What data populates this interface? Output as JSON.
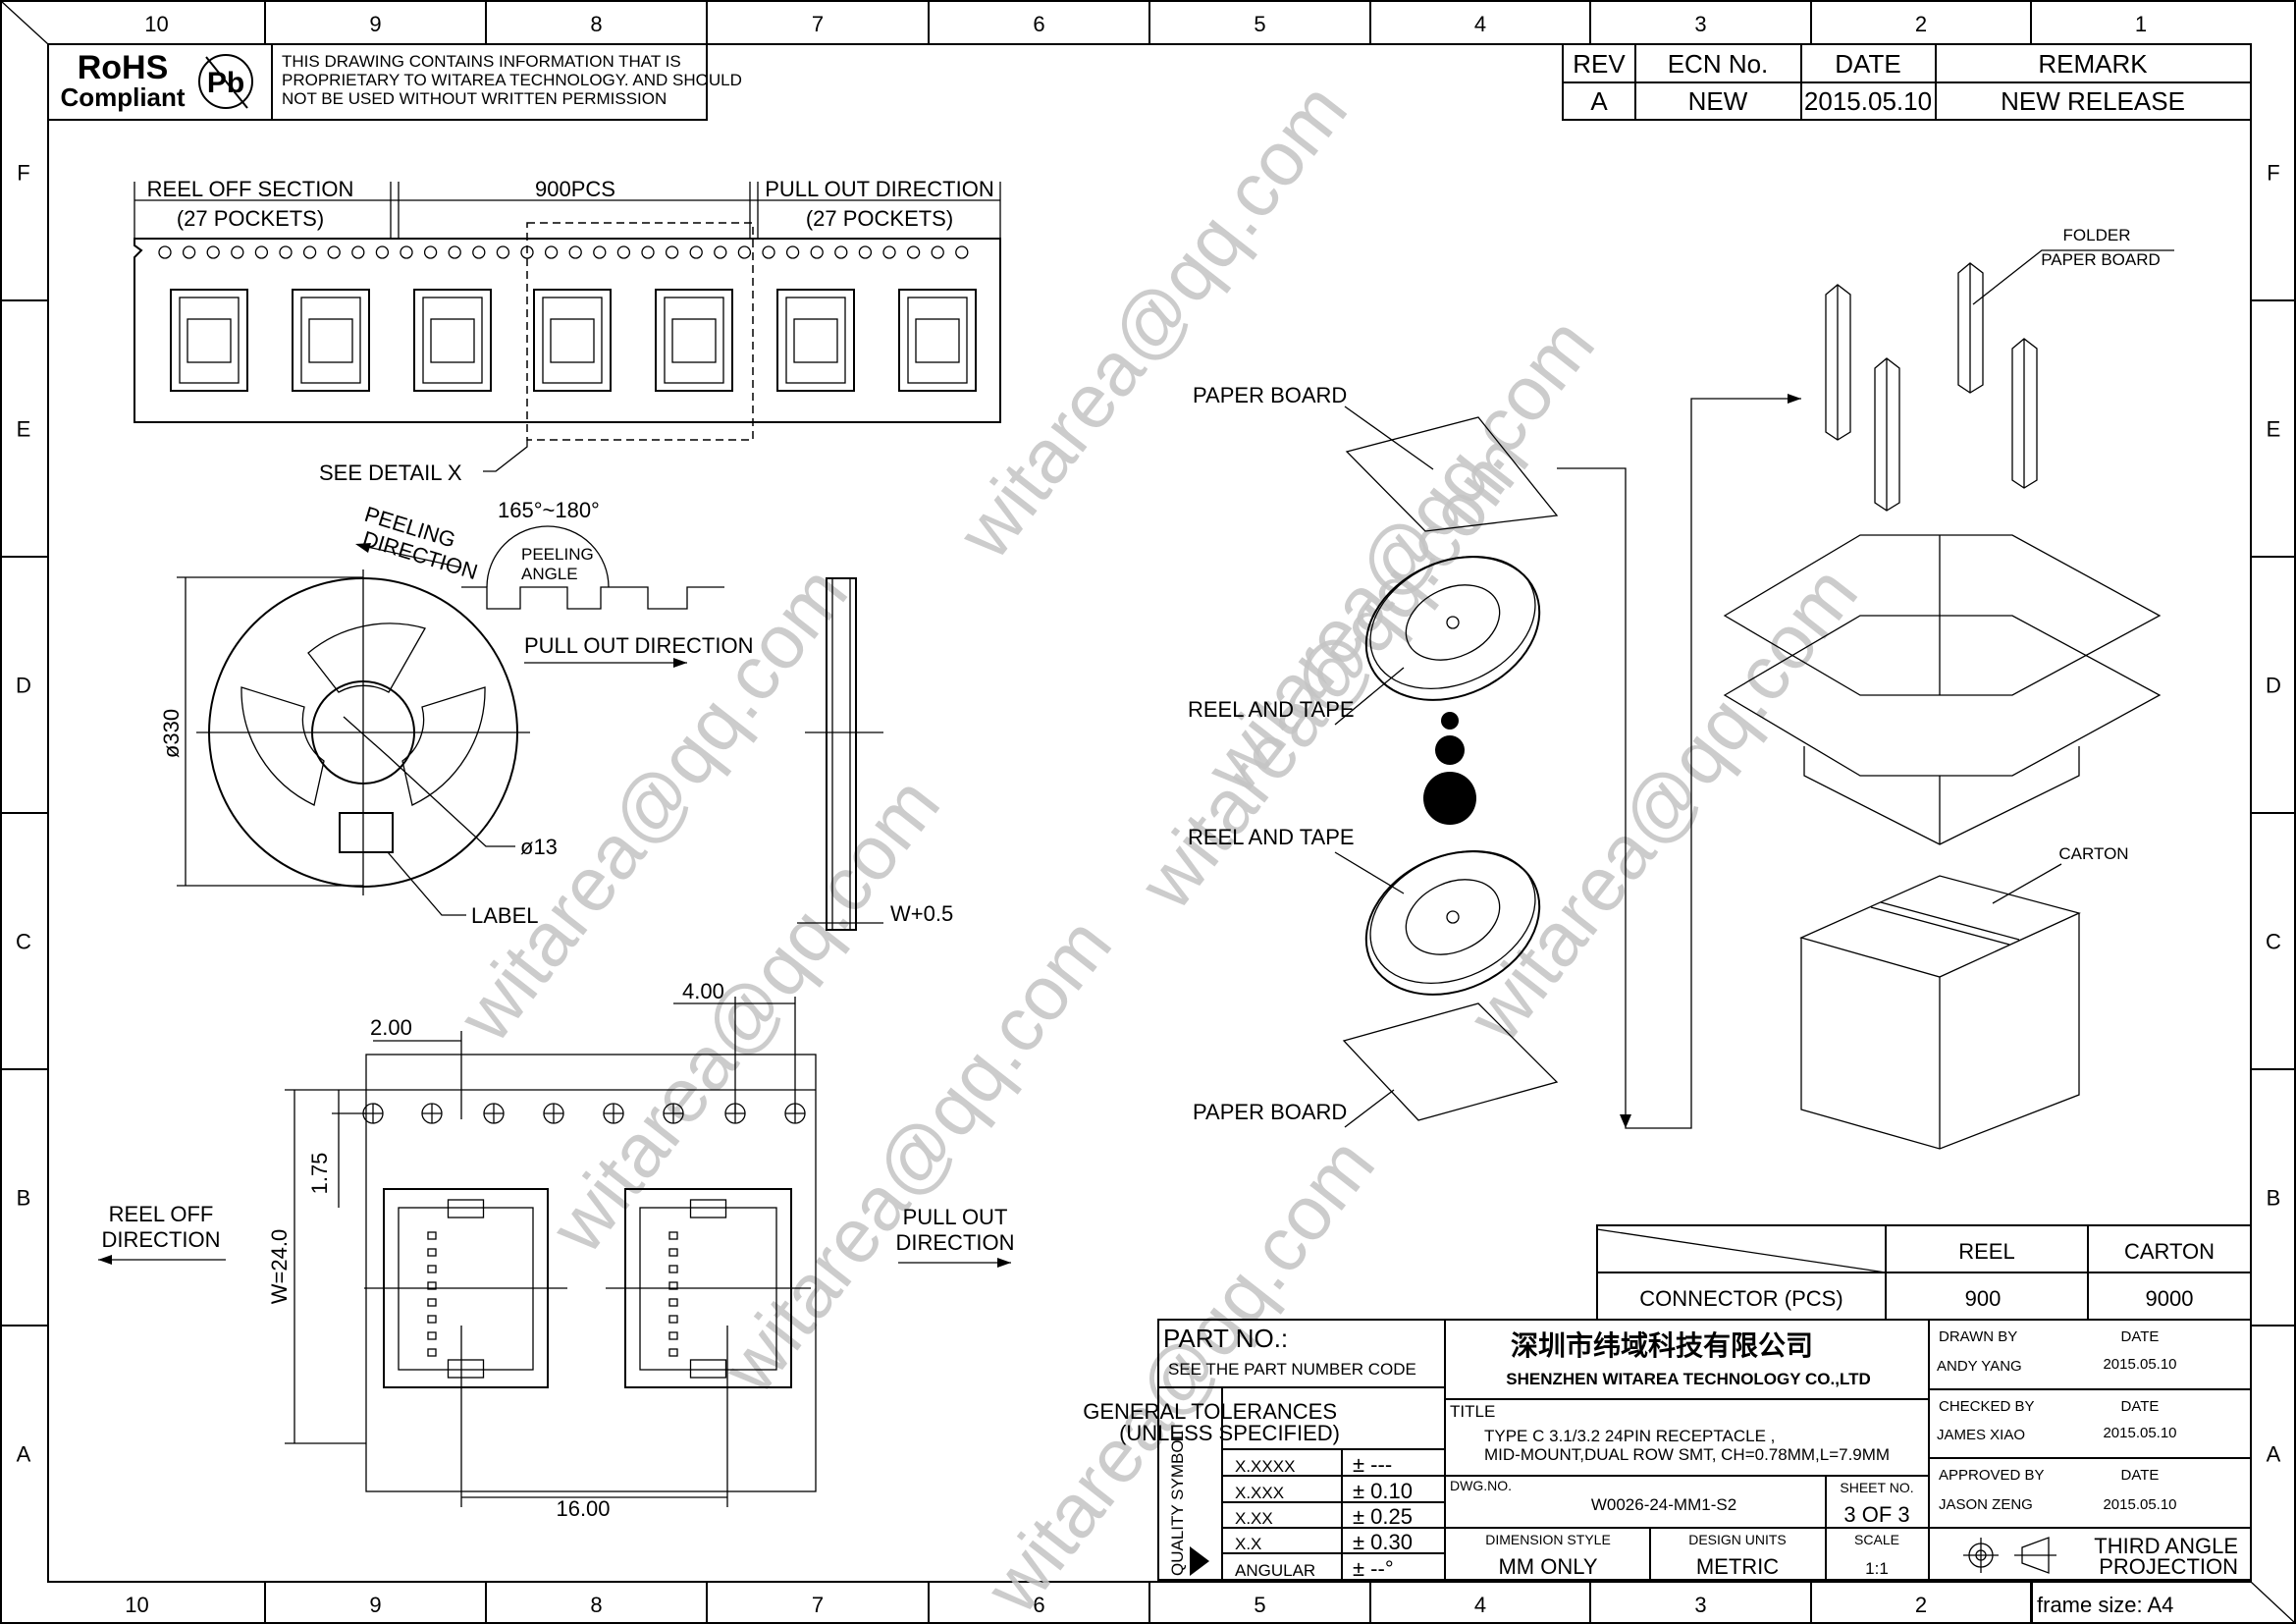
{
  "frame": {
    "columns": [
      "10",
      "9",
      "8",
      "7",
      "6",
      "5",
      "4",
      "3",
      "2",
      "1"
    ],
    "rows": [
      "F",
      "E",
      "D",
      "C",
      "B",
      "A"
    ],
    "frame_size": "frame size: A4"
  },
  "rohs": {
    "title": "RoHS",
    "subtitle": "Compliant",
    "pb": "Pb",
    "notice": [
      "THIS DRAWING CONTAINS INFORMATION THAT IS",
      "PROPRIETARY TO WITAREA TECHNOLOGY. AND SHOULD",
      "NOT BE USED WITHOUT WRITTEN PERMISSION"
    ]
  },
  "revision": {
    "headers": [
      "REV",
      "ECN No.",
      "DATE",
      "REMARK"
    ],
    "row": [
      "A",
      "NEW",
      "2015.05.10",
      "NEW RELEASE"
    ]
  },
  "tape": {
    "reel_off": "REEL OFF SECTION",
    "reel_off_pockets": "(27 POCKETS)",
    "count": "900PCS",
    "pull_out": "PULL OUT DIRECTION",
    "pull_out_pockets": "(27 POCKETS)",
    "detail": "SEE DETAIL X"
  },
  "reel": {
    "peeling_dir": [
      "PEELING",
      "DIRECTION"
    ],
    "angle": "165°~180°",
    "peeling_angle": [
      "PEELING",
      "ANGLE"
    ],
    "pull_out": "PULL OUT DIRECTION",
    "dia": "ø330",
    "hub": "ø13",
    "label": "LABEL",
    "width": "W+0.5"
  },
  "detail": {
    "pitch_hole": "2.00",
    "pitch": "4.00",
    "edge": "1.75",
    "width": "W=24.0",
    "pocket": "16.00",
    "reel_off": [
      "REEL OFF",
      "DIRECTION"
    ],
    "pull_out": [
      "PULL OUT",
      "DIRECTION"
    ]
  },
  "pack": {
    "paper_top": "PAPER BOARD",
    "reel1": "REEL AND TAPE",
    "reel2": "REEL AND TAPE",
    "paper_bottom": "PAPER BOARD",
    "folder": [
      "FOLDER",
      "PAPER BOARD"
    ],
    "carton": "CARTON"
  },
  "qty": {
    "headers": [
      "REEL",
      "CARTON"
    ],
    "row_label": "CONNECTOR (PCS)",
    "values": [
      "900",
      "9000"
    ]
  },
  "title_block": {
    "part_no": "PART NO.:",
    "part_code": "SEE THE PART NUMBER CODE",
    "company_cn": "深圳市纬域科技有限公司",
    "company_en": "SHENZHEN WITAREA TECHNOLOGY CO.,LTD",
    "quality_symbol": "QUALITY SYMBOL",
    "tol_header": [
      "GENERAL TOLERANCES",
      "(UNLESS SPECIFIED)"
    ],
    "tolerances": [
      [
        "X.XXXX",
        "± ---"
      ],
      [
        "X.XXX",
        "± 0.10"
      ],
      [
        "X.XX",
        "± 0.25"
      ],
      [
        "X.X",
        "± 0.30"
      ],
      [
        "ANGULAR",
        "± --°"
      ]
    ],
    "title_label": "TITLE",
    "title": [
      "TYPE C 3.1/3.2 24PIN RECEPTACLE ,",
      "MID-MOUNT,DUAL ROW SMT, CH=0.78MM,L=7.9MM"
    ],
    "dwg_label": "DWG.NO.",
    "dwg": "W0026-24-MM1-S2",
    "sheet_label": "SHEET NO.",
    "sheet": "3 OF 3",
    "dim_style_label": "DIMENSION STYLE",
    "dim_style": "MM ONLY",
    "units_label": "DESIGN UNITS",
    "units": "METRIC",
    "scale_label": "SCALE",
    "scale": "1:1",
    "drawn_label": "DRAWN BY",
    "drawn": "ANDY YANG",
    "checked_label": "CHECKED BY",
    "checked": "JAMES XIAO",
    "approved_label": "APPROVED BY",
    "approved": "JASON ZENG",
    "date_label": "DATE",
    "date": "2015.05.10",
    "projection": [
      "THIRD ANGLE",
      "PROJECTION"
    ]
  },
  "watermark": "witarea@qq.com"
}
